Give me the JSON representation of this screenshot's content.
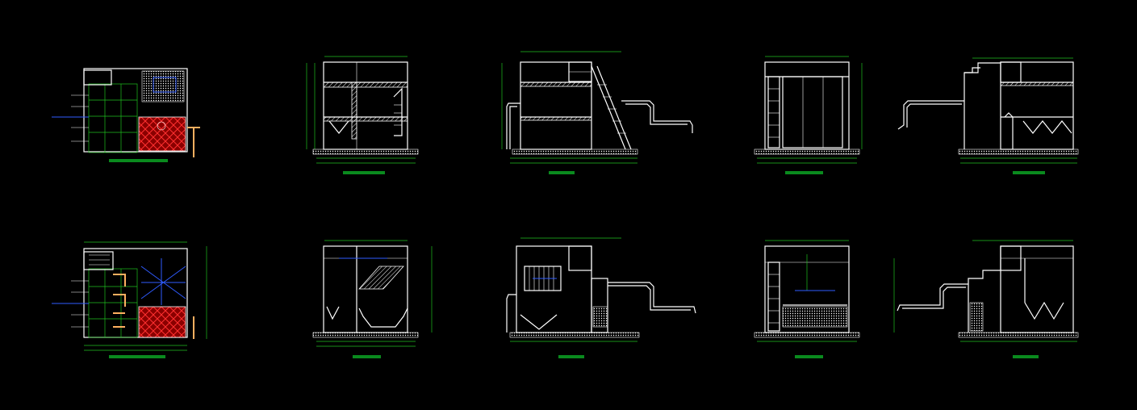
{
  "drawing": {
    "background": "#000000",
    "line_color": "#ffffff",
    "dimension_color": "#1fbf1f",
    "title_bar_color": "#0a8a1e",
    "pipe_color": "#2f5bff",
    "filter_color": "#ff2020",
    "duct_color": "#ffb060"
  },
  "views": [
    {
      "id": "plan-top",
      "kind": "plan"
    },
    {
      "id": "section-1",
      "kind": "section"
    },
    {
      "id": "section-2",
      "kind": "section"
    },
    {
      "id": "section-3",
      "kind": "section"
    },
    {
      "id": "section-4",
      "kind": "section"
    },
    {
      "id": "plan-bottom",
      "kind": "plan"
    },
    {
      "id": "section-5",
      "kind": "section"
    },
    {
      "id": "section-6",
      "kind": "section"
    },
    {
      "id": "section-7",
      "kind": "section"
    },
    {
      "id": "section-8",
      "kind": "section"
    }
  ]
}
